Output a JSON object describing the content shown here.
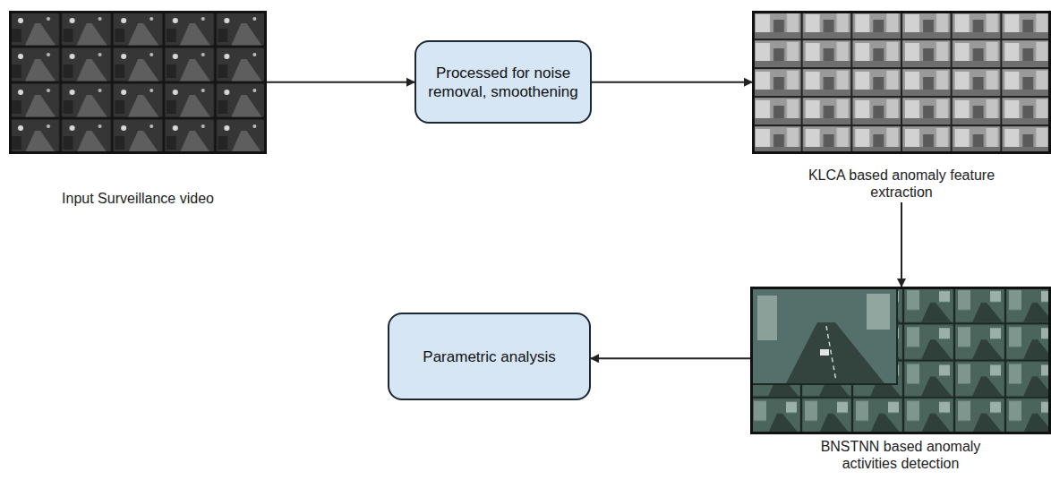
{
  "diagram": {
    "nodes": [
      {
        "text": [
          "Input Surveillance video"
        ]
      },
      {
        "text": [
          "Processed for noise removal, smoothening"
        ]
      },
      {
        "text": [
          "KLCA based anomaly feature extraction"
        ]
      },
      {
        "text": [
          "BNSTNN based anomaly activities detection"
        ]
      },
      {
        "text": [
          "Parametric analysis"
        ]
      }
    ],
    "edges": [
      {
        "from": 0,
        "to": 1,
        "arrow": "to"
      },
      {
        "from": 1,
        "to": 2,
        "arrow": "to"
      },
      {
        "from": 2,
        "to": 3,
        "arrow": "to"
      },
      {
        "from": 3,
        "to": 4,
        "arrow": "to"
      }
    ]
  }
}
